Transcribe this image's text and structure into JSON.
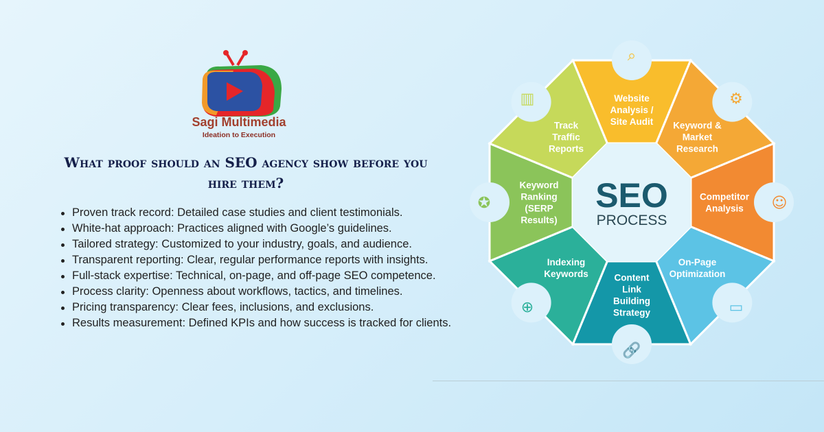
{
  "brand": {
    "name": "Sagi Multimedia",
    "tagline": "Ideation to Execution",
    "colors": {
      "text": "#a2402e",
      "red": "#e52629",
      "blue": "#2c52a3",
      "green": "#3aa845",
      "orange": "#f29a2a"
    }
  },
  "heading": "What proof should an SEO agency show before you hire them?",
  "bullets": [
    "Proven track record: Detailed case studies and client testimonials.",
    "White-hat approach: Practices aligned with Google’s guidelines.",
    "Tailored strategy: Customized to your industry, goals, and audience.",
    "Transparent reporting: Clear, regular performance reports with insights.",
    "Full-stack expertise: Technical, on-page, and off-page SEO competence.",
    "Process clarity: Openness about workflows, tactics, and timelines.",
    "Pricing transparency: Clear fees, inclusions, and exclusions.",
    "Results measurement: Defined KPIs and how success is tracked for clients."
  ],
  "diagram": {
    "center_title": "SEO",
    "center_subtitle": "PROCESS",
    "segments": [
      {
        "lines": [
          "Website",
          "Analysis /",
          "Site Audit"
        ],
        "color": "#f9bd2c",
        "icon": "magnifier-icon"
      },
      {
        "lines": [
          "Keyword &",
          "Market",
          "Research"
        ],
        "color": "#f4a836",
        "icon": "research-icon"
      },
      {
        "lines": [
          "Competitor",
          "Analysis"
        ],
        "color": "#f28a32",
        "icon": "competitor-icon"
      },
      {
        "lines": [
          "On-Page",
          "Optimization"
        ],
        "color": "#5cc3e5",
        "icon": "browser-search-icon"
      },
      {
        "lines": [
          "Content",
          "Link",
          "Building",
          "Strategy"
        ],
        "color": "#1497a8",
        "icon": "link-icon"
      },
      {
        "lines": [
          "Indexing",
          "Keywords"
        ],
        "color": "#2bb09a",
        "icon": "globe-key-icon"
      },
      {
        "lines": [
          "Keyword",
          "Ranking",
          "(SERP",
          "Results)"
        ],
        "color": "#8bc45a",
        "icon": "medal-icon"
      },
      {
        "lines": [
          "Track",
          "Traffic",
          "Reports"
        ],
        "color": "#c6d95a",
        "icon": "chart-icon"
      }
    ]
  }
}
